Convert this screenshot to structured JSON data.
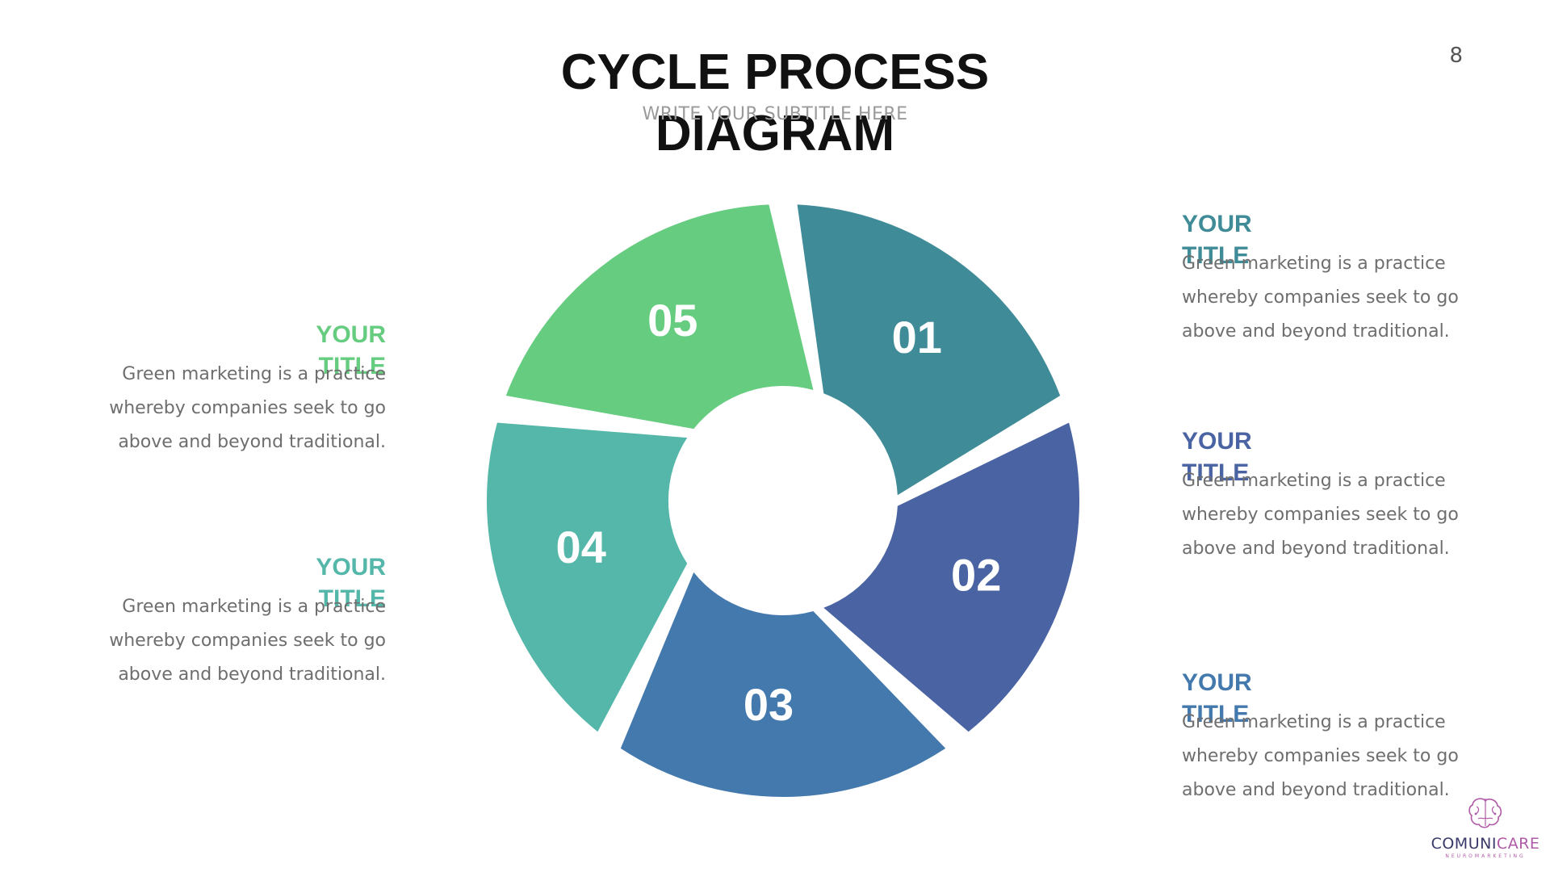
{
  "header": {
    "title": "CYCLE PROCESS DIAGRAM",
    "subtitle": "WRITE YOUR SUBTITLE HERE",
    "page_number": "8"
  },
  "cycle": {
    "segments": [
      {
        "number": "01",
        "color": "#3f8b97"
      },
      {
        "number": "02",
        "color": "#4a63a2"
      },
      {
        "number": "03",
        "color": "#4479ae"
      },
      {
        "number": "04",
        "color": "#54b7a9"
      },
      {
        "number": "05",
        "color": "#66cc80"
      }
    ]
  },
  "items": [
    {
      "title": "YOUR TITLE",
      "text": "Green marketing is a practice whereby companies seek to go above and beyond traditional.",
      "color": "#3f8b97"
    },
    {
      "title": "YOUR TITLE",
      "text": "Green marketing is a practice whereby companies seek to go above and beyond traditional.",
      "color": "#4a63a2"
    },
    {
      "title": "YOUR TITLE",
      "text": "Green marketing is a practice whereby companies seek to go above and beyond traditional.",
      "color": "#4479ae"
    },
    {
      "title": "YOUR TITLE",
      "text": "Green marketing is a practice whereby companies seek to go above and beyond traditional.",
      "color": "#54b7a9"
    },
    {
      "title": "YOUR TITLE",
      "text": "Green marketing is a practice whereby companies seek to go above and beyond traditional.",
      "color": "#66cc80"
    }
  ],
  "logo": {
    "name_part1": "COMUNI",
    "name_part2": "CARE",
    "tagline": "NEUROMARKETING",
    "icon": "brain-icon",
    "color_dark": "#3a3a6a",
    "color_accent": "#b05aa7"
  }
}
